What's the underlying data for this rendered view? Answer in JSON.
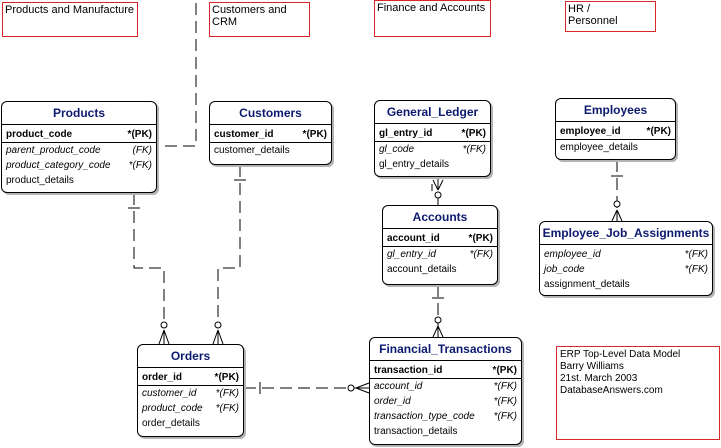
{
  "areas": {
    "products_manufacture": "Products and Manufacture",
    "customers_crm": "Customers and CRM",
    "finance_accounts": "Finance and Accounts",
    "hr_personnel": "HR /\nPersonnel"
  },
  "entities": {
    "products": {
      "title": "Products",
      "attributes": [
        {
          "name": "product_code",
          "key": "*(PK)",
          "type": "pk"
        },
        {
          "name": "parent_product_code",
          "key": "(FK)",
          "type": "fk"
        },
        {
          "name": "product_category_code",
          "key": "*(FK)",
          "type": "fk"
        },
        {
          "name": "product_details",
          "key": "",
          "type": "plain"
        }
      ]
    },
    "customers": {
      "title": "Customers",
      "attributes": [
        {
          "name": "customer_id",
          "key": "*(PK)",
          "type": "pk"
        },
        {
          "name": "customer_details",
          "key": "",
          "type": "plain"
        }
      ]
    },
    "general_ledger": {
      "title": "General_Ledger",
      "attributes": [
        {
          "name": "gl_entry_id",
          "key": "*(PK)",
          "type": "pk"
        },
        {
          "name": "gl_code",
          "key": "*(FK)",
          "type": "fk"
        },
        {
          "name": "gl_entry_details",
          "key": "",
          "type": "plain"
        }
      ]
    },
    "employees": {
      "title": "Employees",
      "attributes": [
        {
          "name": "employee_id",
          "key": "*(PK)",
          "type": "pk"
        },
        {
          "name": "employee_details",
          "key": "",
          "type": "plain"
        }
      ]
    },
    "accounts": {
      "title": "Accounts",
      "attributes": [
        {
          "name": "account_id",
          "key": "*(PK)",
          "type": "pk"
        },
        {
          "name": "gl_entry_id",
          "key": "*(FK)",
          "type": "fk"
        },
        {
          "name": "account_details",
          "key": "",
          "type": "plain"
        }
      ]
    },
    "employee_job_assignments": {
      "title": "Employee_Job_Assignments",
      "attributes": [
        {
          "name": "employee_id",
          "key": "*(FK)",
          "type": "fk"
        },
        {
          "name": "job_code",
          "key": "*(FK)",
          "type": "fk"
        },
        {
          "name": "assignment_details",
          "key": "",
          "type": "plain"
        }
      ]
    },
    "orders": {
      "title": "Orders",
      "attributes": [
        {
          "name": "order_id",
          "key": "*(PK)",
          "type": "pk"
        },
        {
          "name": "customer_id",
          "key": "*(FK)",
          "type": "fk"
        },
        {
          "name": "product_code",
          "key": "*(FK)",
          "type": "fk"
        },
        {
          "name": "order_details",
          "key": "",
          "type": "plain"
        }
      ]
    },
    "financial_transactions": {
      "title": "Financial_Transactions",
      "attributes": [
        {
          "name": "transaction_id",
          "key": "*(PK)",
          "type": "pk"
        },
        {
          "name": "account_id",
          "key": "*(FK)",
          "type": "fk"
        },
        {
          "name": "order_id",
          "key": "*(FK)",
          "type": "fk"
        },
        {
          "name": "transaction_type_code",
          "key": "*(FK)",
          "type": "fk"
        },
        {
          "name": "transaction_details",
          "key": "",
          "type": "plain"
        }
      ]
    }
  },
  "note": {
    "lines": [
      "ERP Top-Level Data Model",
      "Barry Williams",
      "21st. March 2003",
      "DatabaseAnswers.com"
    ]
  }
}
